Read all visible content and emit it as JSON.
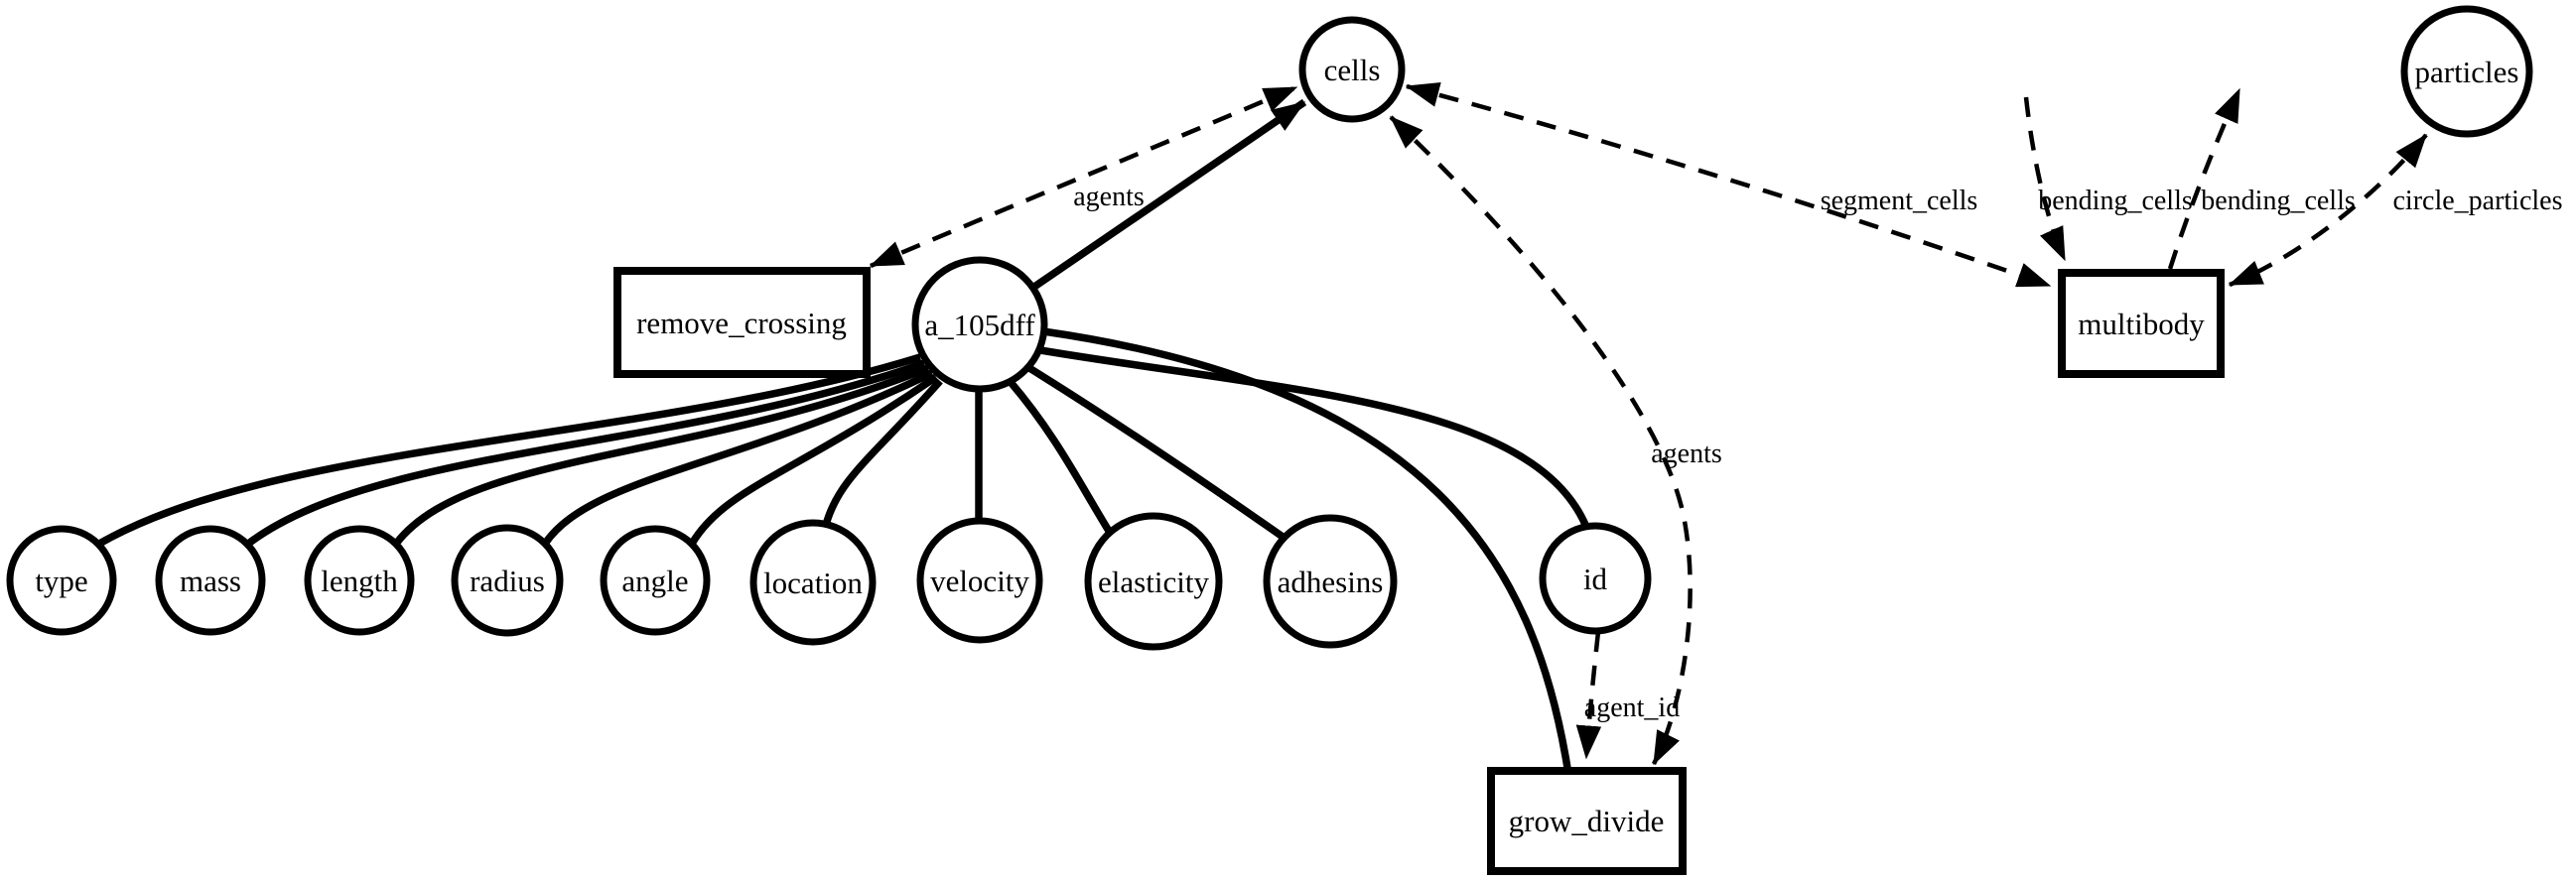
{
  "diagram": {
    "description": "Graphviz-style topology diagram with circular store nodes and rectangular process nodes connected by solid and dashed edges",
    "colors": {
      "background": "#ffffff",
      "stroke": "#000000",
      "text": "#000000"
    },
    "nodes": {
      "cells": {
        "label": "cells",
        "shape": "circle"
      },
      "particles": {
        "label": "particles",
        "shape": "circle"
      },
      "a_105dff": {
        "label": "a_105dff",
        "shape": "circle"
      },
      "type": {
        "label": "type",
        "shape": "circle"
      },
      "mass": {
        "label": "mass",
        "shape": "circle"
      },
      "length": {
        "label": "length",
        "shape": "circle"
      },
      "radius": {
        "label": "radius",
        "shape": "circle"
      },
      "angle": {
        "label": "angle",
        "shape": "circle"
      },
      "location": {
        "label": "location",
        "shape": "circle"
      },
      "velocity": {
        "label": "velocity",
        "shape": "circle"
      },
      "elasticity": {
        "label": "elasticity",
        "shape": "circle"
      },
      "adhesins": {
        "label": "adhesins",
        "shape": "circle"
      },
      "id": {
        "label": "id",
        "shape": "circle"
      },
      "remove_crossing": {
        "label": "remove_crossing",
        "shape": "rect"
      },
      "multibody": {
        "label": "multibody",
        "shape": "rect"
      },
      "grow_divide": {
        "label": "grow_divide",
        "shape": "rect"
      }
    },
    "edge_labels": {
      "agents_remove_crossing": "agents",
      "agents_grow_divide": "agents",
      "agent_id": "agent_id",
      "segment_cells": "segment_cells",
      "bending_cells_left": "bending_cells",
      "bending_cells_right": "bending_cells",
      "circle_particles": "circle_particles"
    }
  }
}
